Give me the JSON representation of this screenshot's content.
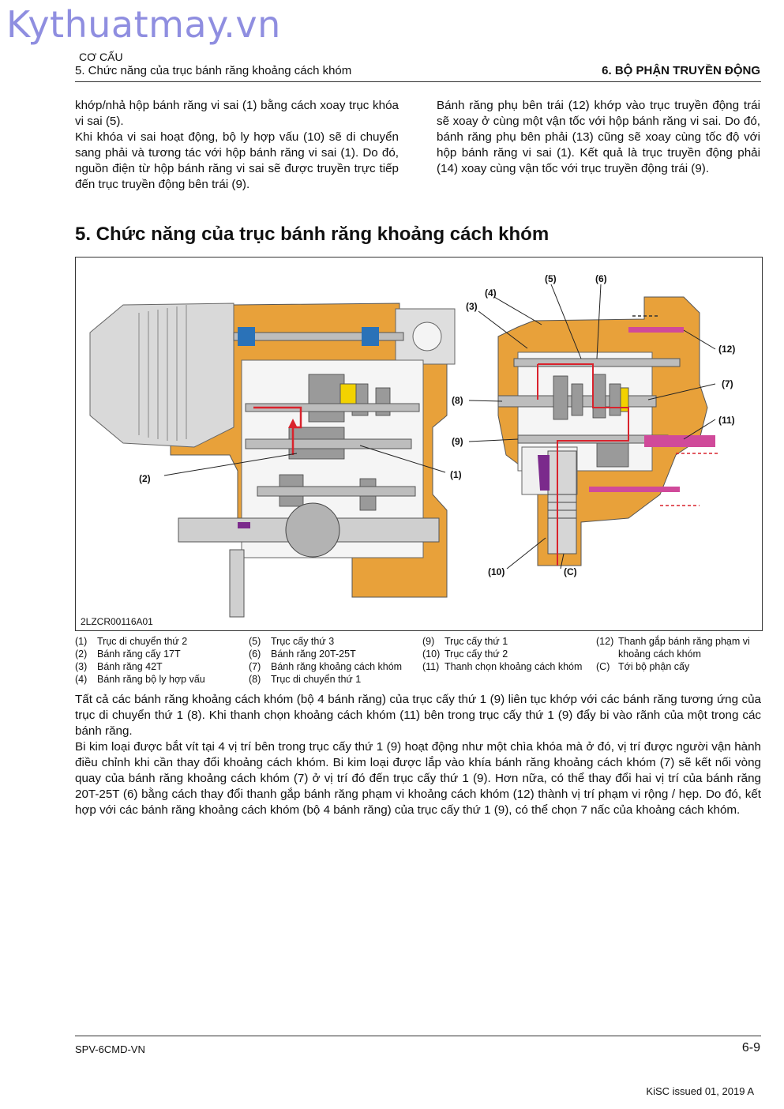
{
  "watermark": "Kythuatmay.vn",
  "header": {
    "chapter": "CƠ CẤU",
    "section": "5. Chức năng của trục bánh răng khoảng cách khóm",
    "right": "6. BỘ PHẬN TRUYỀN ĐỘNG"
  },
  "intro": {
    "left": [
      "khớp/nhả hộp bánh răng vi sai (1) bằng cách xoay trục khóa vi sai (5).",
      "Khi khóa vi sai hoạt động, bộ ly hợp vấu (10) sẽ di chuyển sang phải và tương tác với hộp bánh răng vi sai (1). Do đó, nguồn điện từ hộp bánh răng vi sai sẽ được truyền trực tiếp đến trục truyền động bên trái (9)."
    ],
    "right": [
      "Bánh răng phụ bên trái (12) khớp vào trục truyền động trái sẽ xoay ở cùng một vận tốc với hộp bánh răng vi sai. Do đó, bánh răng phụ bên phải (13) cũng sẽ xoay cùng tốc độ với hộp bánh răng vi sai (1). Kết quả là trục truyền động phải (14) xoay cùng vận tốc với trục truyền động trái (9)."
    ]
  },
  "section_title": "5. Chức năng của trục bánh răng khoảng cách khóm",
  "figure": {
    "code": "2LZCR00116A01",
    "callouts": {
      "c1": "(1)",
      "c2": "(2)",
      "c3": "(3)",
      "c4": "(4)",
      "c5": "(5)",
      "c6": "(6)",
      "c7": "(7)",
      "c8": "(8)",
      "c9": "(9)",
      "c10": "(10)",
      "c11": "(11)",
      "c12": "(12)",
      "cC": "(C)"
    },
    "colors": {
      "housing": "#e8a13a",
      "red_path": "#d9232d",
      "pink_part": "#d04a9a",
      "purple_part": "#7b2a8c",
      "blue_bearing": "#2a72b8",
      "yellow_part": "#f2d200"
    }
  },
  "legend": {
    "col1": [
      {
        "num": "(1)",
        "text": "Trục di chuyển thứ 2"
      },
      {
        "num": "(2)",
        "text": "Bánh răng cấy 17T"
      },
      {
        "num": "(3)",
        "text": "Bánh răng 42T"
      },
      {
        "num": "(4)",
        "text": "Bánh răng bộ ly hợp vấu"
      }
    ],
    "col2": [
      {
        "num": "(5)",
        "text": "Trục cấy thứ 3"
      },
      {
        "num": "(6)",
        "text": "Bánh răng 20T-25T"
      },
      {
        "num": "(7)",
        "text": "Bánh răng khoảng cách khóm"
      },
      {
        "num": "(8)",
        "text": "Trục di chuyển thứ 1"
      }
    ],
    "col3": [
      {
        "num": "(9)",
        "text": "Trục cấy thứ 1"
      },
      {
        "num": "(10)",
        "text": "Trục cấy thứ 2"
      },
      {
        "num": "(11)",
        "text": "Thanh chọn khoảng cách khóm"
      }
    ],
    "col4": [
      {
        "num": "(12)",
        "text": "Thanh gắp bánh răng phạm vi khoảng cách khóm"
      },
      {
        "num": "(C)",
        "text": "Tới bộ phận cấy"
      }
    ]
  },
  "body": [
    "Tất cả các bánh răng khoảng cách khóm (bộ 4 bánh răng) của trục cấy thứ 1 (9) liên tục khớp với các bánh răng tương ứng của trục di chuyển thứ 1 (8). Khi thanh chọn khoảng cách khóm (11) bên trong trục cấy thứ 1 (9) đẩy bi vào rãnh của một trong các bánh răng.",
    "Bi kim loại được bắt vít tại 4 vị trí bên trong trục cấy thứ 1 (9) hoạt động như một chìa khóa mà ở đó, vị trí được người vận hành điều chỉnh khi cần thay đổi khoảng cách khóm. Bi kim loại được lắp vào khía bánh răng khoảng cách khóm (7) sẽ kết nối vòng quay của bánh răng khoảng cách khóm (7) ở vị trí đó đến trục cấy thứ 1 (9). Hơn nữa, có thể thay đổi hai vị trí của bánh răng 20T-25T (6) bằng cách thay đổi thanh gắp bánh răng phạm vi khoảng cách khóm (12) thành vị trí phạm vi rộng / hẹp. Do đó, kết hợp với các bánh răng khoảng cách khóm (bộ 4 bánh răng) của trục cấy thứ 1 (9), có thể chọn 7 nấc của khoảng cách khóm."
  ],
  "footer": {
    "doc": "SPV-6CMD-VN",
    "page": "6-9",
    "issued": "KiSC issued 01, 2019 A"
  }
}
